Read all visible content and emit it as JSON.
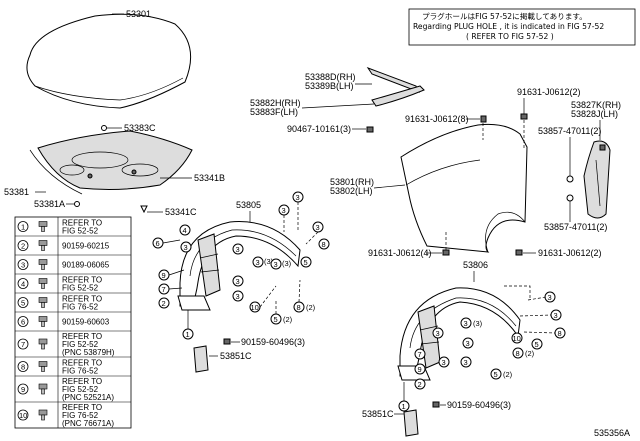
{
  "notice": {
    "line1": "プラグホールはFIG 57-52に掲載してあります。",
    "line2": "Regarding PLUG HOLE , it is indicated in FIG 57-52",
    "line3": "( REFER TO FIG 57-52 )"
  },
  "parts": {
    "p53301": "53301",
    "p53383C": "53383C",
    "p53341B": "53341B",
    "p53381": "53381",
    "p53381A": "53381A",
    "p53341C": "53341C",
    "p53388D": "53388D(RH)",
    "p53389B": "53389B(LH)",
    "p53882H": "53882H(RH)",
    "p53883F": "53883F(LH)",
    "p90467": "90467-10161(3)",
    "p91631a": "91631-J0612(8)",
    "p91631b": "91631-J0612(2)",
    "p53827K": "53827K(RH)",
    "p53828J": "53828J(LH)",
    "p53857a": "53857-47011(2)",
    "p53857b": "53857-47011(2)",
    "p53801": "53801(RH)",
    "p53802": "53802(LH)",
    "p91631c": "91631-J0612(4)",
    "p91631d": "91631-J0612(2)",
    "p53805": "53805",
    "p53806": "53806",
    "p90159a": "90159-60496(3)",
    "p90159b": "90159-60496(3)",
    "p53851Ca": "53851C",
    "p53851Cb": "53851C",
    "figcode": "535356A"
  },
  "callouts": {
    "c1": "1",
    "c2": "2",
    "c3": "3",
    "c4": "4",
    "c5": "5",
    "c6": "6",
    "c7": "7",
    "c8": "8",
    "c9": "9",
    "c10": "10",
    "q2": "(2)",
    "q3": "(3)"
  },
  "legend": [
    {
      "num": "1",
      "icon": "clip-icon",
      "line1": "REFER TO",
      "line2": "FIG 52-52",
      "line3": ""
    },
    {
      "num": "2",
      "icon": "grommet-icon",
      "line1": "90159-60215",
      "line2": "",
      "line3": ""
    },
    {
      "num": "3",
      "icon": "nut-icon",
      "line1": "90189-06065",
      "line2": "",
      "line3": ""
    },
    {
      "num": "4",
      "icon": "push-clip-icon",
      "line1": "REFER TO",
      "line2": "FIG 52-52",
      "line3": ""
    },
    {
      "num": "5",
      "icon": "rivet-icon",
      "line1": "REFER TO",
      "line2": "FIG 76-52",
      "line3": ""
    },
    {
      "num": "6",
      "icon": "screw-icon",
      "line1": "90159-60603",
      "line2": "",
      "line3": ""
    },
    {
      "num": "7",
      "icon": "retainer-icon",
      "line1": "REFER TO",
      "line2": "FIG 52-52",
      "line3": "(PNC 53879H)"
    },
    {
      "num": "8",
      "icon": "stud-icon",
      "line1": "REFER TO",
      "line2": "FIG 76-52",
      "line3": ""
    },
    {
      "num": "9",
      "icon": "fastener-icon",
      "line1": "REFER TO",
      "line2": "FIG 52-52",
      "line3": "(PNC 52521A)"
    },
    {
      "num": "10",
      "icon": "bolt-icon",
      "line1": "REFER TO",
      "line2": "FIG 76-52",
      "line3": "(PNC 76671A)"
    }
  ]
}
